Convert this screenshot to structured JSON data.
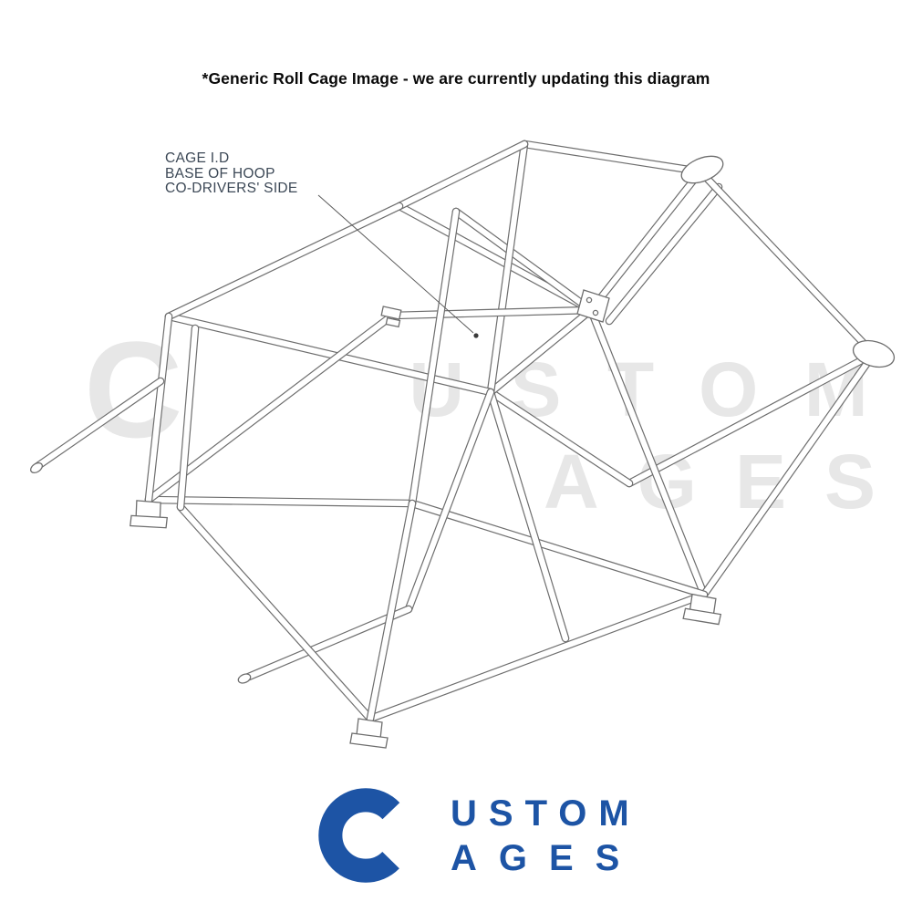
{
  "header": {
    "note": "*Generic Roll Cage Image - we are currently updating this diagram"
  },
  "callout": {
    "line1": "CAGE I.D",
    "line2": "BASE OF HOOP",
    "line3": "CO-DRIVERS' SIDE"
  },
  "watermark": {
    "initial": "C",
    "line1_rest": "USTOM",
    "line2": "AGES"
  },
  "logo": {
    "initial": "C",
    "line1": "USTOM",
    "line2": "AGES"
  },
  "colors": {
    "logo_blue": "#1d54a5",
    "watermark_gray": "#e7e7e7",
    "outline_gray": "#6e6e6e"
  }
}
